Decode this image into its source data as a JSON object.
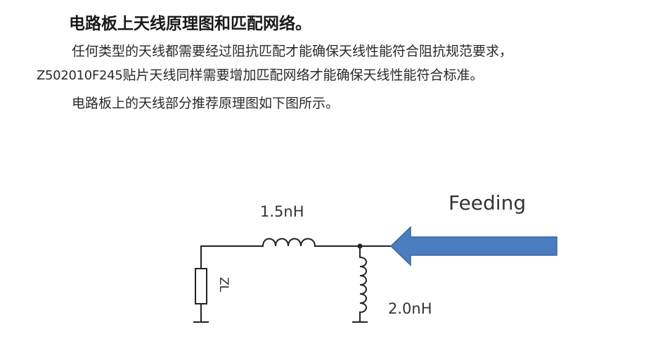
{
  "document": {
    "heading": "电路板上天线原理图和匹配网络。",
    "paragraph1": "任何类型的天线都需要经过阻抗匹配才能确保天线性能符合阻抗规范要求，",
    "paragraph2_code": "Z502010F245",
    "paragraph2_rest": "贴片天线同样需要增加匹配网络才能确保天线性能符合标准。",
    "paragraph3": "电路板上的天线部分推荐原理图如下图所示。"
  },
  "diagram": {
    "series_inductor_label": "1.5nH",
    "shunt_inductor_label": "2.0nH",
    "load_label": "ZL",
    "feed_label": "Feeding",
    "arrow_color": "#4A7DC0",
    "arrow_stroke": "#3A63A0",
    "wire_color": "#222222"
  }
}
